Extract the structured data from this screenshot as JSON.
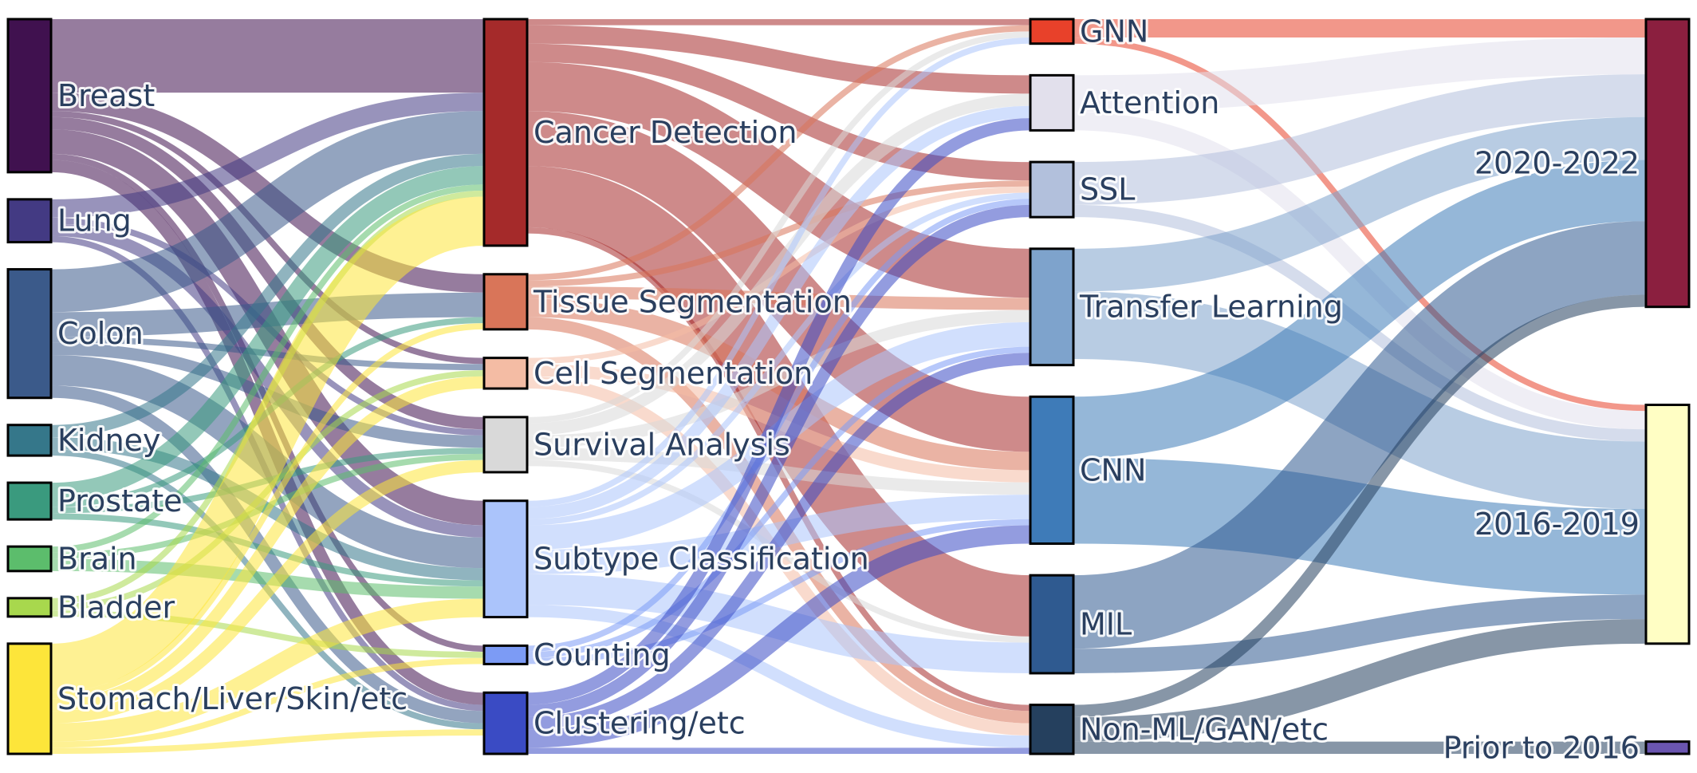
{
  "diagram": {
    "type": "sankey",
    "columns": [
      [
        {
          "id": "breast",
          "label": "Breast",
          "color": "#40114f"
        },
        {
          "id": "lung",
          "label": "Lung",
          "color": "#433a83"
        },
        {
          "id": "colon",
          "label": "Colon",
          "color": "#3b5a8a"
        },
        {
          "id": "kidney",
          "label": "Kidney",
          "color": "#35778a"
        },
        {
          "id": "prostate",
          "label": "Prostate",
          "color": "#3a9a7e"
        },
        {
          "id": "brain",
          "label": "Brain",
          "color": "#5cbd6c"
        },
        {
          "id": "bladder",
          "label": "Bladder",
          "color": "#a8d84d"
        },
        {
          "id": "stomach",
          "label": "Stomach/Liver/Skin/etc",
          "color": "#fde53a"
        }
      ],
      [
        {
          "id": "cancer_detection",
          "label": "Cancer Detection",
          "color": "#a52a2a"
        },
        {
          "id": "tissue_seg",
          "label": "Tissue Segmentation",
          "color": "#d97559"
        },
        {
          "id": "cell_seg",
          "label": "Cell Segmentation",
          "color": "#f4bca4"
        },
        {
          "id": "survival",
          "label": "Survival Analysis",
          "color": "#d9d9d9"
        },
        {
          "id": "subtype",
          "label": "Subtype Classification",
          "color": "#abc4fb"
        },
        {
          "id": "counting",
          "label": "Counting",
          "color": "#7c9bf5"
        },
        {
          "id": "clustering",
          "label": "Clustering/etc",
          "color": "#3a4bc4"
        }
      ],
      [
        {
          "id": "gnn",
          "label": "GNN",
          "color": "#e8412a"
        },
        {
          "id": "attention",
          "label": "Attention",
          "color": "#e2e0ec"
        },
        {
          "id": "ssl",
          "label": "SSL",
          "color": "#b2c0dc"
        },
        {
          "id": "transfer",
          "label": "Transfer Learning",
          "color": "#7ea3cc"
        },
        {
          "id": "cnn",
          "label": "CNN",
          "color": "#3e7bb8"
        },
        {
          "id": "mil",
          "label": "MIL",
          "color": "#2f5a90"
        },
        {
          "id": "nonml",
          "label": "Non-ML/GAN/etc",
          "color": "#25405e"
        }
      ],
      [
        {
          "id": "y2020",
          "label": "2020-2022",
          "color": "#8b1f3f"
        },
        {
          "id": "y2016",
          "label": "2016-2019",
          "color": "#fffec4"
        },
        {
          "id": "prior2016",
          "label": "Prior to 2016",
          "color": "#6a55b0"
        }
      ]
    ],
    "links": [
      [
        "breast",
        "cancer_detection",
        12,
        "breast"
      ],
      [
        "breast",
        "tissue_seg",
        3,
        "breast"
      ],
      [
        "breast",
        "cell_seg",
        1,
        "breast"
      ],
      [
        "breast",
        "survival",
        2,
        "breast"
      ],
      [
        "breast",
        "subtype",
        4,
        "breast"
      ],
      [
        "breast",
        "counting",
        1,
        "breast"
      ],
      [
        "breast",
        "clustering",
        2,
        "breast"
      ],
      [
        "lung",
        "cancer_detection",
        3,
        "lung"
      ],
      [
        "lung",
        "survival",
        1,
        "lung"
      ],
      [
        "lung",
        "subtype",
        2,
        "lung"
      ],
      [
        "lung",
        "clustering",
        1,
        "lung"
      ],
      [
        "colon",
        "cancer_detection",
        7,
        "colon"
      ],
      [
        "colon",
        "tissue_seg",
        4,
        "colon"
      ],
      [
        "colon",
        "cell_seg",
        1,
        "colon"
      ],
      [
        "colon",
        "survival",
        2,
        "colon"
      ],
      [
        "colon",
        "subtype",
        5,
        "colon"
      ],
      [
        "colon",
        "clustering",
        2,
        "colon"
      ],
      [
        "kidney",
        "cancer_detection",
        2,
        "kidney"
      ],
      [
        "kidney",
        "subtype",
        2,
        "kidney"
      ],
      [
        "kidney",
        "clustering",
        1,
        "kidney"
      ],
      [
        "prostate",
        "cancer_detection",
        3,
        "prostate"
      ],
      [
        "prostate",
        "tissue_seg",
        1,
        "prostate"
      ],
      [
        "prostate",
        "survival",
        1,
        "prostate"
      ],
      [
        "prostate",
        "subtype",
        1,
        "prostate"
      ],
      [
        "brain",
        "cancer_detection",
        1,
        "brain"
      ],
      [
        "brain",
        "survival",
        1,
        "brain"
      ],
      [
        "brain",
        "subtype",
        2,
        "brain"
      ],
      [
        "bladder",
        "cancer_detection",
        1,
        "bladder"
      ],
      [
        "bladder",
        "cell_seg",
        1,
        "bladder"
      ],
      [
        "bladder",
        "counting",
        1,
        "bladder"
      ],
      [
        "stomach",
        "cancer_detection",
        8,
        "stomach"
      ],
      [
        "stomach",
        "tissue_seg",
        1,
        "stomach"
      ],
      [
        "stomach",
        "cell_seg",
        2,
        "stomach"
      ],
      [
        "stomach",
        "survival",
        2,
        "stomach"
      ],
      [
        "stomach",
        "subtype",
        3,
        "stomach"
      ],
      [
        "stomach",
        "counting",
        1,
        "stomach"
      ],
      [
        "stomach",
        "clustering",
        1,
        "stomach"
      ],
      [
        "cancer_detection",
        "gnn",
        1,
        "cancer_detection"
      ],
      [
        "cancer_detection",
        "attention",
        3,
        "cancer_detection"
      ],
      [
        "cancer_detection",
        "ssl",
        3,
        "cancer_detection"
      ],
      [
        "cancer_detection",
        "transfer",
        8,
        "cancer_detection"
      ],
      [
        "cancer_detection",
        "cnn",
        9,
        "cancer_detection"
      ],
      [
        "cancer_detection",
        "mil",
        10,
        "cancer_detection"
      ],
      [
        "cancer_detection",
        "nonml",
        1,
        "cancer_detection"
      ],
      [
        "tissue_seg",
        "gnn",
        1,
        "tissue_seg"
      ],
      [
        "tissue_seg",
        "ssl",
        1,
        "tissue_seg"
      ],
      [
        "tissue_seg",
        "transfer",
        2,
        "tissue_seg"
      ],
      [
        "tissue_seg",
        "cnn",
        3,
        "tissue_seg"
      ],
      [
        "tissue_seg",
        "nonml",
        2,
        "tissue_seg"
      ],
      [
        "cell_seg",
        "ssl",
        1,
        "cell_seg"
      ],
      [
        "cell_seg",
        "cnn",
        2,
        "cell_seg"
      ],
      [
        "cell_seg",
        "nonml",
        2,
        "cell_seg"
      ],
      [
        "survival",
        "gnn",
        1,
        "survival"
      ],
      [
        "survival",
        "attention",
        2,
        "survival"
      ],
      [
        "survival",
        "transfer",
        2,
        "survival"
      ],
      [
        "survival",
        "cnn",
        2,
        "survival"
      ],
      [
        "survival",
        "mil",
        1,
        "survival"
      ],
      [
        "subtype",
        "gnn",
        1,
        "subtype"
      ],
      [
        "subtype",
        "attention",
        2,
        "subtype"
      ],
      [
        "subtype",
        "ssl",
        1,
        "subtype"
      ],
      [
        "subtype",
        "transfer",
        4,
        "subtype"
      ],
      [
        "subtype",
        "cnn",
        4,
        "subtype"
      ],
      [
        "subtype",
        "mil",
        5,
        "subtype"
      ],
      [
        "subtype",
        "nonml",
        2,
        "subtype"
      ],
      [
        "counting",
        "ssl",
        1,
        "counting"
      ],
      [
        "counting",
        "transfer",
        1,
        "counting"
      ],
      [
        "counting",
        "cnn",
        1,
        "counting"
      ],
      [
        "clustering",
        "attention",
        2,
        "clustering"
      ],
      [
        "clustering",
        "ssl",
        2,
        "clustering"
      ],
      [
        "clustering",
        "transfer",
        2,
        "clustering"
      ],
      [
        "clustering",
        "cnn",
        3,
        "clustering"
      ],
      [
        "clustering",
        "nonml",
        1,
        "clustering"
      ],
      [
        "gnn",
        "y2020",
        3,
        "gnn"
      ],
      [
        "gnn",
        "y2016",
        1,
        "gnn"
      ],
      [
        "attention",
        "y2020",
        6,
        "attention"
      ],
      [
        "attention",
        "y2016",
        3,
        "attention"
      ],
      [
        "ssl",
        "y2020",
        7,
        "ssl"
      ],
      [
        "ssl",
        "y2016",
        2,
        "ssl"
      ],
      [
        "transfer",
        "y2020",
        7,
        "transfer"
      ],
      [
        "transfer",
        "y2016",
        11,
        "transfer"
      ],
      [
        "cnn",
        "y2020",
        10,
        "cnn"
      ],
      [
        "cnn",
        "y2016",
        14,
        "cnn"
      ],
      [
        "mil",
        "y2020",
        12,
        "mil"
      ],
      [
        "mil",
        "y2016",
        4,
        "mil"
      ],
      [
        "nonml",
        "y2020",
        2,
        "nonml"
      ],
      [
        "nonml",
        "y2016",
        4,
        "nonml"
      ],
      [
        "nonml",
        "prior2016",
        2,
        "nonml"
      ]
    ]
  }
}
